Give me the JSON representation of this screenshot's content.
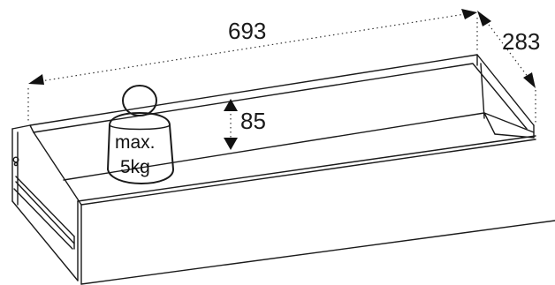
{
  "dimensions": {
    "length": "693",
    "depth": "283",
    "height": "85"
  },
  "weight": {
    "line1": "max.",
    "line2": "5kg"
  }
}
